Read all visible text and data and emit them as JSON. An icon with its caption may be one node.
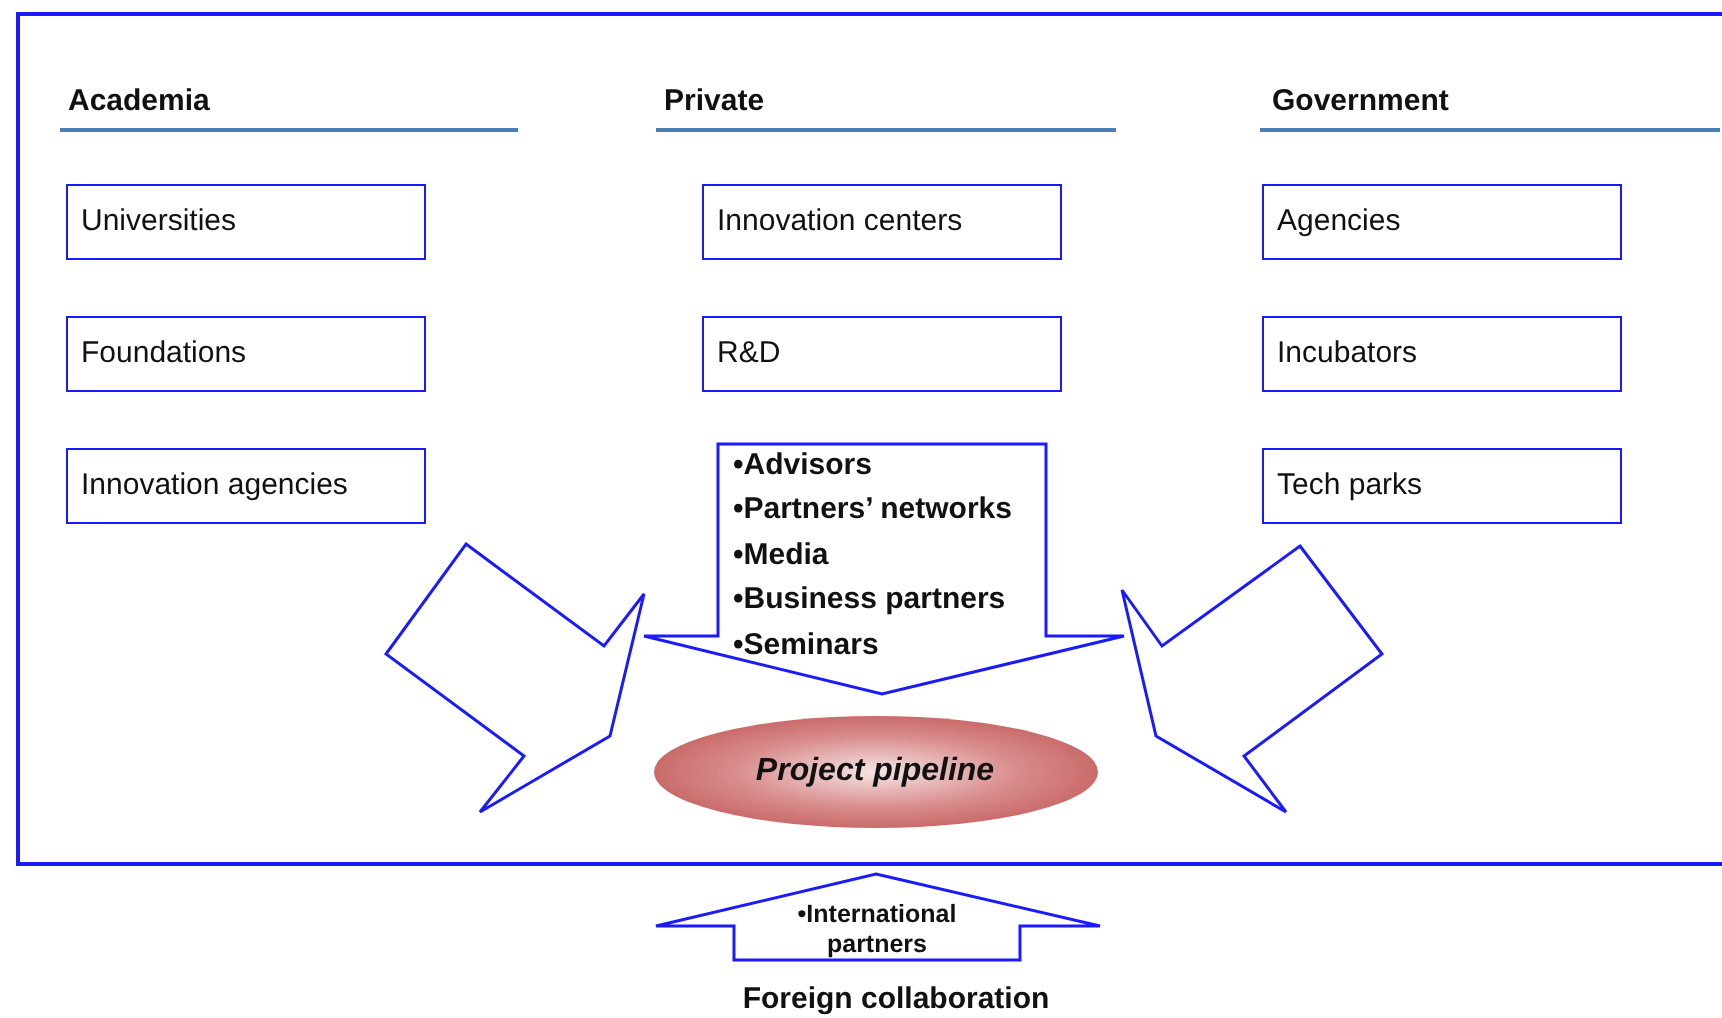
{
  "diagram": {
    "caption": "Foreign collaboration",
    "nodes": [
      {
        "text": [],
        "shape": "box"
      },
      {
        "text": [
          "Universities"
        ],
        "in": 0
      },
      {
        "text": [
          "Innovation centers"
        ],
        "in": 0
      },
      {
        "text": [
          "Agencies"
        ],
        "in": 0
      },
      {
        "text": [
          "Foundations"
        ],
        "in": 0
      },
      {
        "text": [
          "R&D"
        ],
        "in": 0
      },
      {
        "text": [
          "Incubators"
        ],
        "in": 0
      },
      {
        "text": [
          "Innovation agencies"
        ],
        "in": 0
      },
      {
        "text": [
          "•Advisors",
          "•Partners’ networks",
          "•Media",
          "•Business partners",
          "•Seminars"
        ],
        "in": 0
      },
      {
        "text": [
          "Tech parks"
        ],
        "in": 0
      },
      {
        "text": [
          "Project pipeline"
        ],
        "in": 0
      },
      {
        "text": [
          "•International partners"
        ]
      }
    ],
    "edges": [
      {
        "from": null,
        "to": 10,
        "arrow": "to"
      },
      {
        "from": null,
        "to": 10,
        "arrow": "to"
      }
    ],
    "labels": [
      "Academia",
      "Private",
      "Government"
    ]
  }
}
